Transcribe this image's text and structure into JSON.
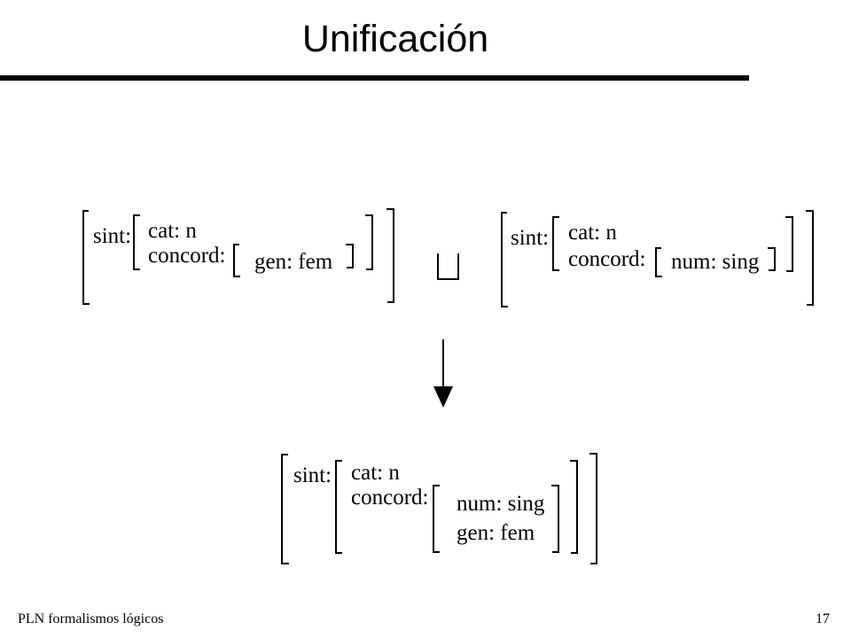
{
  "slide": {
    "title": "Unificación",
    "footer_left": "PLN  formalismos lógicos",
    "page_number": "17"
  },
  "feature_structures": {
    "left": {
      "sint": "sint:",
      "cat": "cat: n",
      "concord": "concord:",
      "gen": "gen: fem"
    },
    "right": {
      "sint": "sint:",
      "cat": "cat: n",
      "concord": "concord:",
      "num": "num: sing"
    },
    "result": {
      "sint": "sint:",
      "cat": "cat: n",
      "concord": "concord:",
      "num": "num: sing",
      "gen": "gen: fem"
    }
  },
  "operator": "unification-symbol",
  "arrow": "down-arrow-icon"
}
